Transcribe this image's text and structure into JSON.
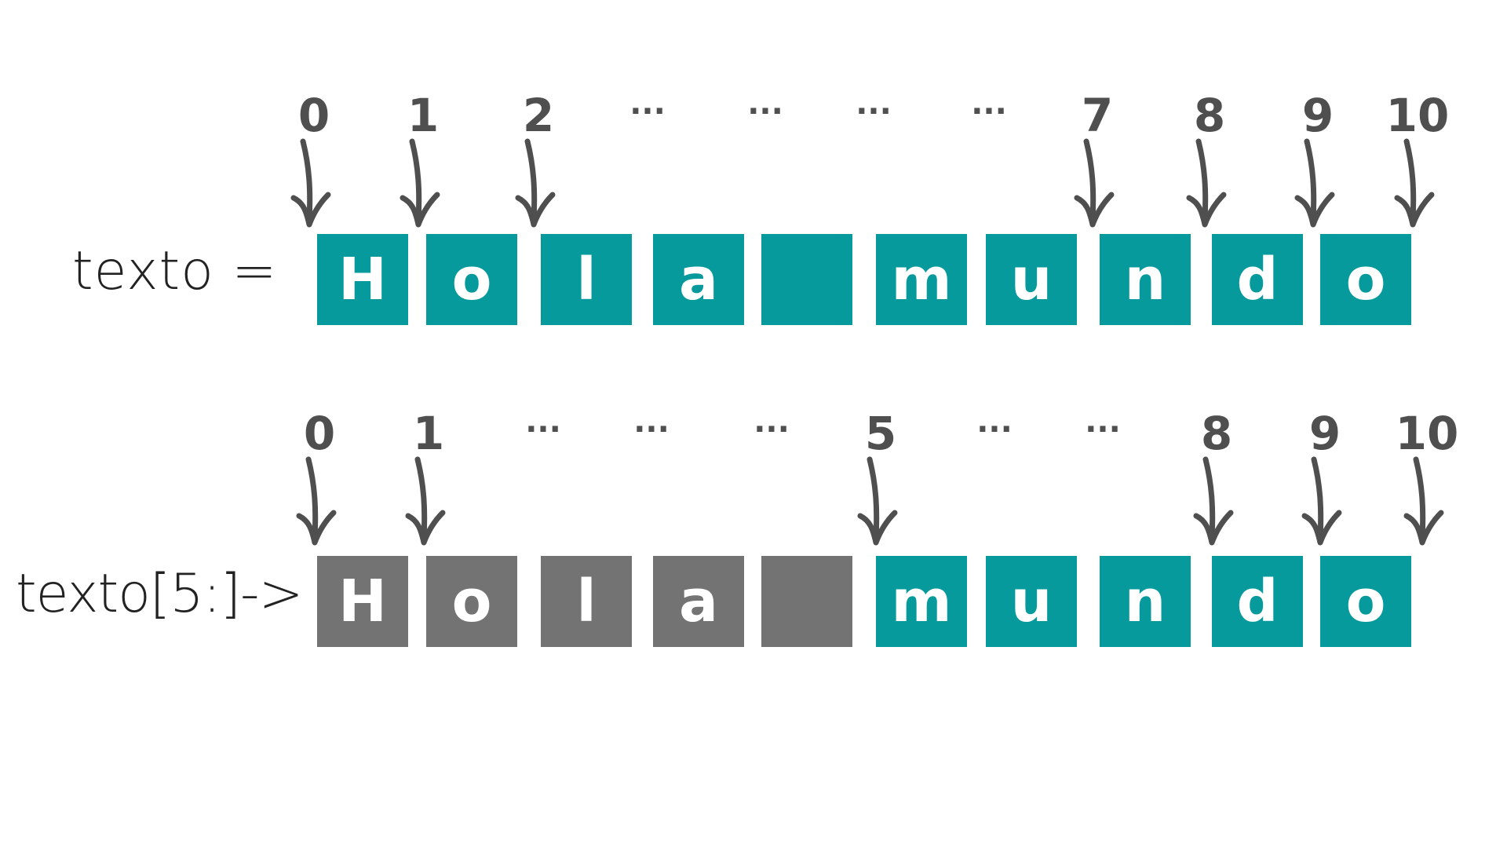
{
  "colors": {
    "highlight": "#079a9c",
    "excluded": "#737373",
    "index_text": "#4f4f4f",
    "label_text": "#222222"
  },
  "icons": {
    "pointer": "arrow-down-icon"
  },
  "rows": [
    {
      "label": "texto  =",
      "chars": [
        "H",
        "o",
        "l",
        "a",
        "",
        "m",
        "u",
        "n",
        "d",
        "o"
      ],
      "highlighted": [
        true,
        true,
        true,
        true,
        true,
        true,
        true,
        true,
        true,
        true
      ],
      "indices": [
        "0",
        "1",
        "2",
        "...",
        "...",
        "...",
        "...",
        "7",
        "8",
        "9",
        "10"
      ],
      "arrows": [
        true,
        true,
        true,
        false,
        false,
        false,
        false,
        true,
        true,
        true,
        true
      ]
    },
    {
      "label": "texto[5:]->",
      "chars": [
        "H",
        "o",
        "l",
        "a",
        "",
        "m",
        "u",
        "n",
        "d",
        "o"
      ],
      "highlighted": [
        false,
        false,
        false,
        false,
        false,
        true,
        true,
        true,
        true,
        true
      ],
      "indices": [
        "0",
        "1",
        "...",
        "...",
        "...",
        "5",
        "...",
        "...",
        "8",
        "9",
        "10"
      ],
      "arrows": [
        true,
        true,
        false,
        false,
        false,
        true,
        false,
        false,
        true,
        true,
        true
      ]
    }
  ]
}
